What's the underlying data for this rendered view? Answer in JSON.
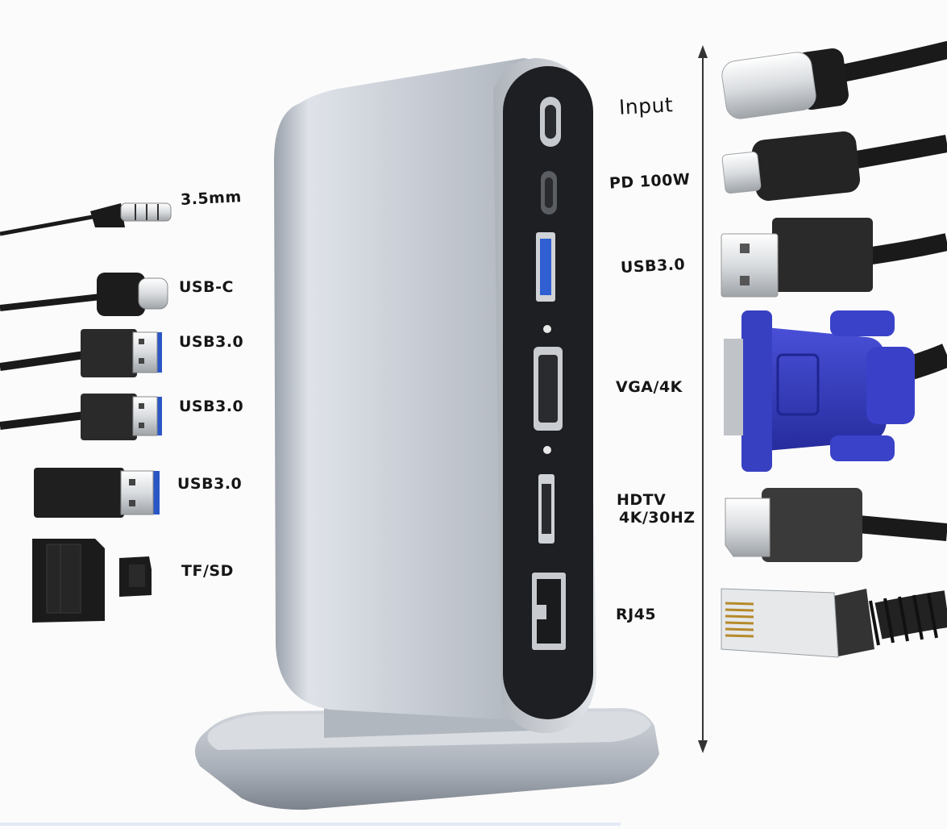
{
  "labels": {
    "input": "Input",
    "pd": "PD 100W",
    "usb_right": "USB3.0",
    "vga": "VGA/4K",
    "hdtv_line1": "HDTV",
    "hdtv_line2": "4K/30HZ",
    "rj45": "RJ45",
    "audio": "3.5mm",
    "usbc": "USB-C",
    "usb_left_1": "USB3.0",
    "usb_left_2": "USB3.0",
    "usb_left_3": "USB3.0",
    "tfsd": "TF/SD"
  },
  "colors": {
    "hub_body": "#c3c9d2",
    "hub_face": "#1e1f22",
    "cable": "#1a1a1a",
    "usb_tongue": "#2a56c6",
    "vga_connector": "#2f36b8",
    "background": "#fbfbfb"
  },
  "icons": [
    "usb-c-plug-icon",
    "usb-a-plug-icon",
    "vga-plug-icon",
    "hdmi-plug-icon",
    "rj45-plug-icon",
    "audio-jack-icon",
    "sd-card-icon",
    "microsd-card-icon"
  ]
}
